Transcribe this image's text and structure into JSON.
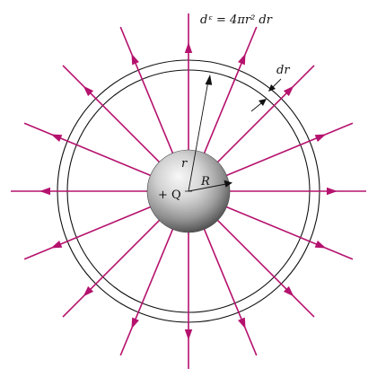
{
  "figure": {
    "volume_element_label": "dᵋ = 4πr² dr",
    "shell_thickness_label": "dr",
    "radius_label": "r",
    "sphere_radius_label": "R",
    "charge_label": "+ Q",
    "field_line_count": 16
  },
  "colors": {
    "field_line": "#b5126e",
    "shell": "#111111",
    "sphere_light": "#f4f4f4",
    "sphere_mid": "#b8b8b8",
    "sphere_dark": "#4a4a4a"
  }
}
